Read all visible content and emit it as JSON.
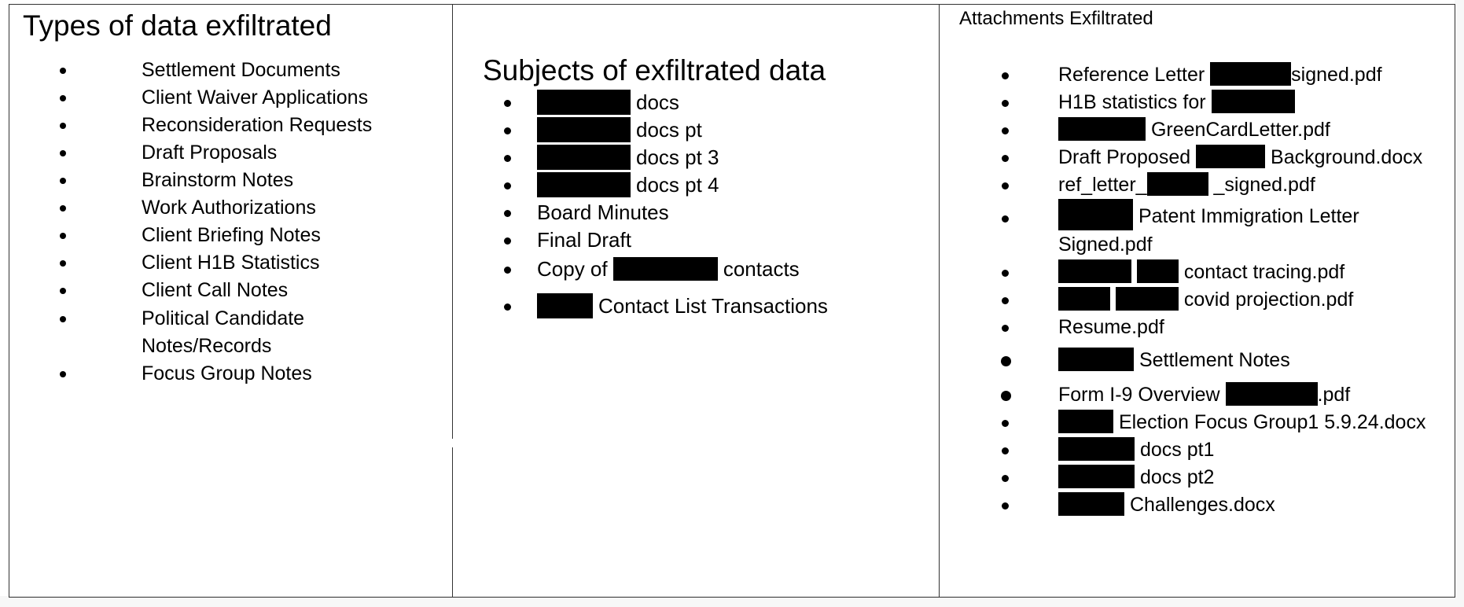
{
  "columns": {
    "types": {
      "heading": "Types of data exfiltrated",
      "items": [
        "Settlement Documents",
        "Client Waiver Applications",
        "Reconsideration Requests",
        "Draft Proposals",
        "Brainstorm Notes",
        "Work Authorizations",
        "Client Briefing Notes",
        "Client H1B Statistics",
        "Client Call Notes",
        "Political Candidate",
        "Notes/Records",
        "Focus Group Notes"
      ]
    },
    "subjects": {
      "heading": "Subjects of exfiltrated data",
      "items": [
        "docs",
        "docs pt",
        "docs pt 3",
        "docs pt 4",
        "Board Minutes",
        "Final Draft",
        "Copy of",
        "contacts",
        "Contact List Transactions"
      ]
    },
    "attachments": {
      "heading": "Attachments Exfiltrated",
      "items": [
        "Reference Letter",
        "signed.pdf",
        "H1B statistics for",
        "GreenCardLetter.pdf",
        "Draft Proposed",
        "Background.docx",
        "ref_letter_",
        "_signed.pdf",
        "Patent Immigration Letter",
        "Signed.pdf",
        "contact tracing.pdf",
        "covid projection.pdf",
        "Resume.pdf",
        "Settlement Notes",
        "Form I-9 Overview",
        ".pdf",
        "Election Focus Group1 5.9.24.docx",
        "docs pt1",
        "docs pt2",
        "Challenges.docx"
      ]
    }
  }
}
